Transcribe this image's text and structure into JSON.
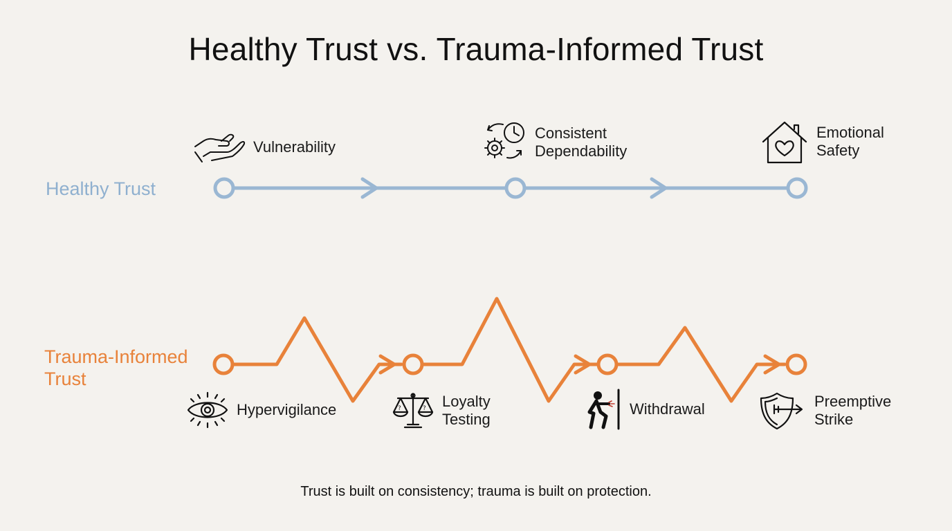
{
  "title": "Healthy Trust vs. Trauma-Informed Trust",
  "healthy": {
    "label": "Healthy Trust",
    "color": "#8fb0cf",
    "steps": [
      {
        "lines": [
          "Vulnerability"
        ],
        "icon": "open-hand-icon"
      },
      {
        "lines": [
          "Consistent",
          "Dependability"
        ],
        "icon": "gear-clock-cycle-icon"
      },
      {
        "lines": [
          "Emotional",
          "Safety"
        ],
        "icon": "house-heart-icon"
      }
    ]
  },
  "trauma": {
    "label_lines": [
      "Trauma-Informed",
      "Trust"
    ],
    "color": "#e8823a",
    "steps": [
      {
        "lines": [
          "Hypervigilance"
        ],
        "icon": "eye-icon"
      },
      {
        "lines": [
          "Loyalty",
          "Testing"
        ],
        "icon": "balance-scale-icon"
      },
      {
        "lines": [
          "Withdrawal"
        ],
        "icon": "person-pushing-wall-icon"
      },
      {
        "lines": [
          "Preemptive",
          "Strike"
        ],
        "icon": "shield-arrow-icon"
      }
    ]
  },
  "footer": "Trust is built on consistency; trauma is built on protection."
}
